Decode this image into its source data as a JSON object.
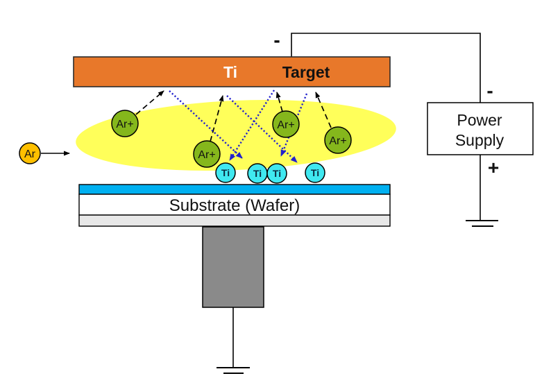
{
  "target": {
    "material_label": "Ti",
    "name_label": "Target",
    "terminal_sign": "-"
  },
  "gas_inlet": {
    "atom_label": "Ar"
  },
  "plasma_ions": [
    {
      "label": "Ar+"
    },
    {
      "label": "Ar+"
    },
    {
      "label": "Ar+"
    },
    {
      "label": "Ar+"
    }
  ],
  "sputtered_atoms": [
    {
      "label": "Ti"
    },
    {
      "label": "Ti"
    },
    {
      "label": "Ti"
    },
    {
      "label": "Ti"
    }
  ],
  "substrate": {
    "label": "Substrate (Wafer)"
  },
  "power_supply": {
    "label_line1": "Power",
    "label_line2": "Supply",
    "negative_sign": "-",
    "positive_sign": "+"
  },
  "colors": {
    "target_fill": "#e8782a",
    "target_stroke": "#2b2b2b",
    "plasma_fill": "#ffff5a",
    "ion_fill": "#85b71c",
    "gas_atom_fill": "#ffc000",
    "ti_atom_fill": "#40e8f0",
    "film_fill": "#00b0f0",
    "wafer_fill": "#ffffff",
    "holder_fill": "#e8e8e8",
    "pedestal_fill": "#8a8a8a",
    "wire_color": "#000000",
    "ion_arrow_color": "#000000",
    "sputter_arrow_color": "#2222cc"
  }
}
